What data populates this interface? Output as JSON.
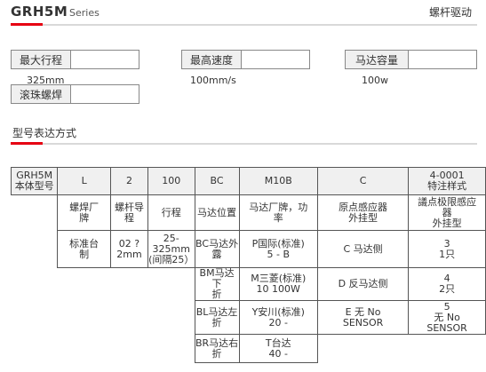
{
  "header": {
    "model": "GRH5M",
    "series": "Series",
    "drive": "螺杆驱动"
  },
  "specs": {
    "max_stroke": {
      "label": "最大行程",
      "value": "325mm"
    },
    "max_speed": {
      "label": "最高速度",
      "value": "100mm/s"
    },
    "motor_capacity": {
      "label": "马达容量",
      "value": "100w"
    },
    "ball_screw": {
      "label": "滚珠螺焊",
      "value": ""
    }
  },
  "section_title": "型号表达方式",
  "table": {
    "header_codes": [
      {
        "code": "GRH5M",
        "sub": "本体型号"
      },
      {
        "code": "L",
        "sub": ""
      },
      {
        "code": "2",
        "sub": ""
      },
      {
        "code": "100",
        "sub": ""
      },
      {
        "code": "BC",
        "sub": ""
      },
      {
        "code": "M10B",
        "sub": ""
      },
      {
        "code": "C",
        "sub": ""
      },
      {
        "code": "4-0001",
        "sub": "特注样式"
      }
    ],
    "column_titles": [
      [
        "螺焊厂",
        "牌"
      ],
      [
        "螺杆导",
        "程"
      ],
      [
        "行程"
      ],
      [
        "马达位置"
      ],
      [
        "马达厂牌，功",
        "率"
      ],
      [
        "原点感应器",
        "外挂型"
      ],
      [
        "議点极限感应",
        "器",
        "外挂型"
      ]
    ],
    "row1": {
      "screw_brand": [
        "标准台",
        "制"
      ],
      "lead": [
        "02 ?",
        "2mm"
      ],
      "stroke": [
        "25-",
        "325mm",
        "(间隔25）"
      ],
      "motor_pos": [
        "BC马达外",
        "露"
      ],
      "motor_brand": [
        "P国际(标准)",
        "5   -   B"
      ],
      "origin": [
        "C 马达侧"
      ],
      "limit": [
        "3",
        "1只"
      ]
    },
    "rows_extra": [
      {
        "motor_pos": [
          "BM马达下",
          "折"
        ],
        "motor_brand": [
          "M三菱(标准)",
          "10     100W"
        ],
        "origin": [
          "D 反马达侧"
        ],
        "limit": [
          "4",
          "2只"
        ]
      },
      {
        "motor_pos": [
          "BL马达左",
          "折"
        ],
        "motor_brand": [
          "Y安川(标准)",
          "20   -"
        ],
        "origin": [
          "E 无 No",
          "SENSOR"
        ],
        "limit": [
          "5",
          "无 No",
          "SENSOR"
        ]
      },
      {
        "motor_pos": [
          "BR马达右",
          "折"
        ],
        "motor_brand": [
          "T台达",
          "40   -"
        ],
        "origin": [],
        "limit": []
      }
    ]
  }
}
